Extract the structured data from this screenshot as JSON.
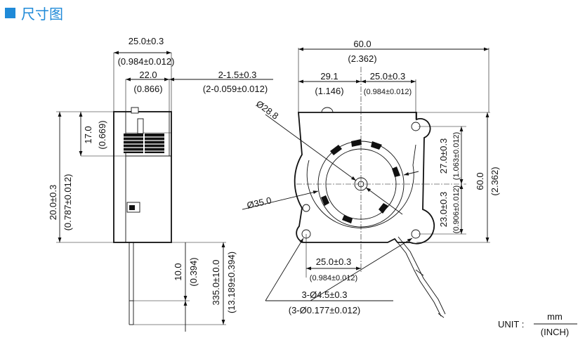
{
  "header": {
    "title": "尺寸图",
    "square_color": "#1f8ad8"
  },
  "side_view": {
    "width_mm": "25.0±0.3",
    "width_in": "(0.984±0.012)",
    "body_mm": "22.0",
    "body_in": "(0.866)",
    "flange_mm": "2-1.5±0.3",
    "flange_in": "(2-0.059±0.012)",
    "outlet_mm": "17.0",
    "outlet_in": "(0.669)",
    "height_mm": "20.0±0.3",
    "height_in": "(0.787±0.012)",
    "lead_strip_mm": "10.0",
    "lead_strip_in": "(0.394)",
    "lead_len_mm": "335.0±10.0",
    "lead_len_in": "(13.189±0.394)"
  },
  "front_view": {
    "width_mm": "60.0",
    "width_in": "(2.362)",
    "left_mm": "29.1",
    "left_in": "(1.146)",
    "right_mm": "25.0±0.3",
    "right_in": "(0.984±0.012)",
    "hub_dia": "Ø28.8",
    "impeller_dia": "Ø35.0",
    "upper_mm": "27.0±0.3",
    "upper_in": "(1.063±0.012)",
    "lower_mm": "23.0±0.3",
    "lower_in": "(0.906±0.012)",
    "height_mm": "60.0",
    "height_in": "(2.362)",
    "bottom_mm": "25.0±0.3",
    "bottom_in": "(0.984±0.012)",
    "holes_mm": "3-Ø4.5±0.3",
    "holes_in": "(3-Ø0.177±0.012)"
  },
  "unit": {
    "label": "UNIT :",
    "top": "mm",
    "bottom": "(INCH)"
  }
}
